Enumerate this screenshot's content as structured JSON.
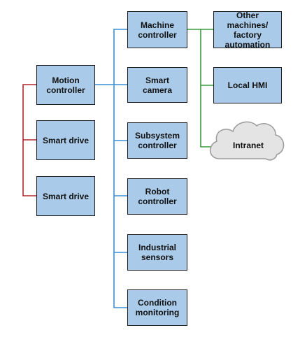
{
  "colors": {
    "box_fill": "#a9cbe9",
    "box_border": "#1c1c1c",
    "link_red": "#b0272d",
    "link_blue": "#3a8fd6",
    "link_green": "#3a9b3a",
    "cloud_fill": "#e4e4e4"
  },
  "nodes": {
    "motion_controller": "Motion controller",
    "smart_drive_1": "Smart drive",
    "smart_drive_2": "Smart drive",
    "machine_controller": "Machine controller",
    "smart_camera": "Smart camera",
    "subsystem_controller": "Subsystem controller",
    "robot_controller": "Robot controller",
    "industrial_sensors": "Industrial sensors",
    "condition_monitoring": "Condition monitoring",
    "other_machines": "Other machines/ factory automation",
    "local_hmi": "Local HMI",
    "intranet": "Intranet"
  }
}
